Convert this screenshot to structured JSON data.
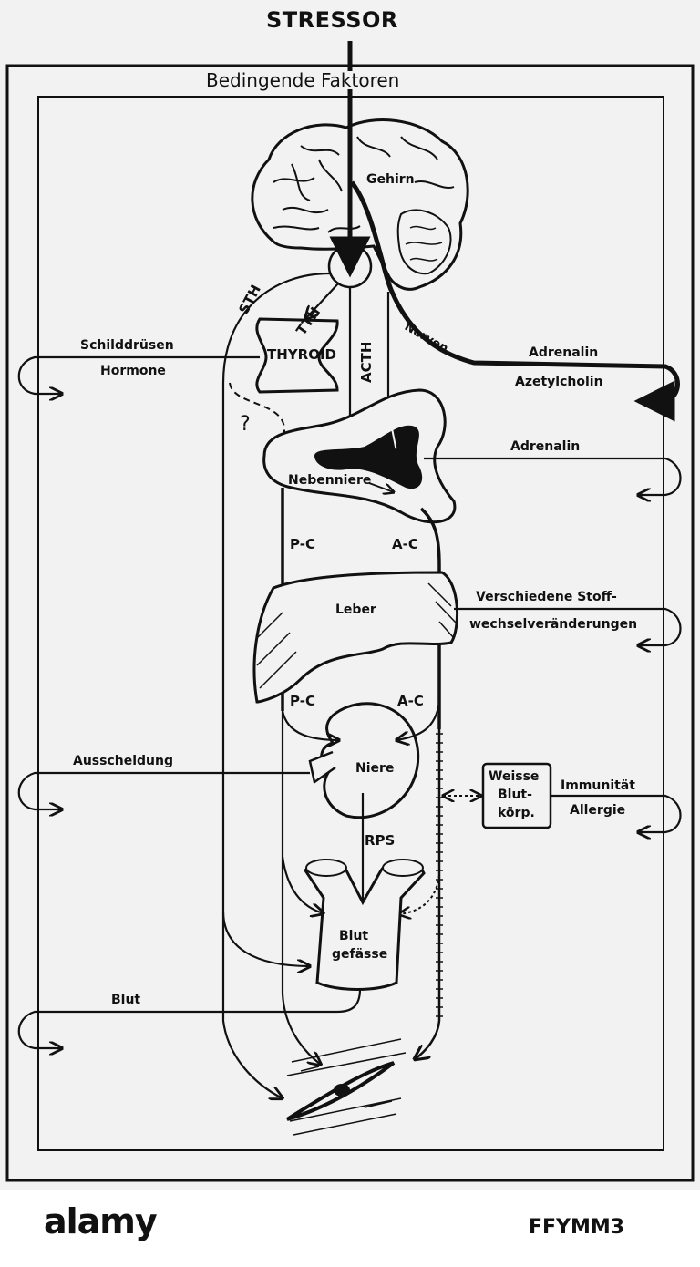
{
  "stressor": "STRESSOR",
  "frame_title": "Bedingende Faktoren",
  "organs": {
    "brain": "Gehirn",
    "thyroid": "THYROID",
    "adrenal": "Nebenniere",
    "liver": "Leber",
    "kidney": "Niere",
    "vessels_line1": "Blut",
    "vessels_line2": "gefässe",
    "white_cells_line1": "Weisse",
    "white_cells_line2": "Blut-",
    "white_cells_line3": "körp."
  },
  "pathways": {
    "sth": "STH",
    "tth": "TTH",
    "acth": "ACTH",
    "nerves": "Nerven",
    "question": "?",
    "pc_upper": "P-C",
    "ac_upper": "A-C",
    "pc_lower": "P-C",
    "ac_lower": "A-C",
    "rps": "RPS"
  },
  "effects": {
    "thyroid_hormones_line1": "Schilddrüsen",
    "thyroid_hormones_line2": "Hormone",
    "adrenalin_top": "Adrenalin",
    "acetylcholine": "Azetylcholin",
    "adrenalin_mid": "Adrenalin",
    "metabolic_line1": "Verschiedene Stoff-",
    "metabolic_line2": "wechselveränderungen",
    "excretion": "Ausscheidung",
    "immunity": "Immunität",
    "allergy": "Allergie",
    "blood": "Blut"
  },
  "footer": {
    "brand": "alamy",
    "image_id": "FFYMM3"
  },
  "colors": {
    "ink": "#111111",
    "paper": "#f2f2f2",
    "footer_bg": "#ffffff"
  }
}
